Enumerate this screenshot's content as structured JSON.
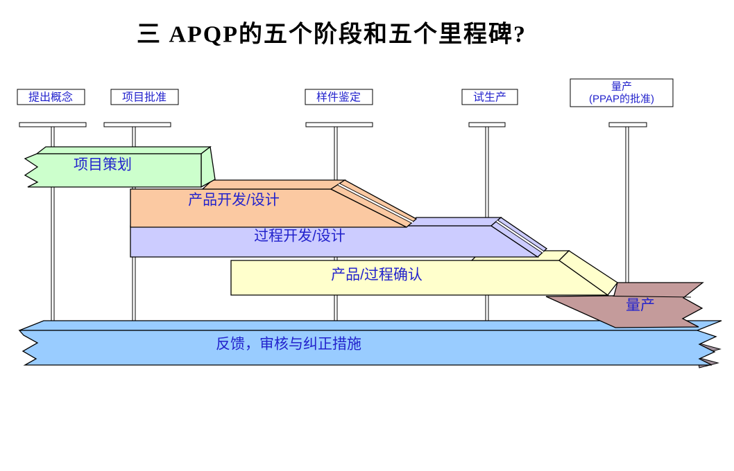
{
  "title": "三 APQP的五个阶段和五个里程碑?",
  "milestones": [
    {
      "label": "提出概念"
    },
    {
      "label": "项目批准"
    },
    {
      "label": "样件鉴定"
    },
    {
      "label": "试生产"
    },
    {
      "label": "量产",
      "label2": "(PPAP的批准)"
    }
  ],
  "phases": [
    {
      "label": "项目策划",
      "color": "#ccffcc"
    },
    {
      "label": "产品开发/设计",
      "color": "#fbc9a2"
    },
    {
      "label": "过程开发/设计",
      "color": "#ccccff"
    },
    {
      "label": "产品/过程确认",
      "color": "#ffffcc"
    },
    {
      "label": "量产",
      "color": "#c49b9b"
    },
    {
      "label": "反馈，审核与纠正措施",
      "color": "#99ccff"
    }
  ],
  "colors": {
    "label_text": "#2222cc",
    "outline": "#000000",
    "post_fill": "#ffffff",
    "shadow_tooth": "#a1909b"
  }
}
